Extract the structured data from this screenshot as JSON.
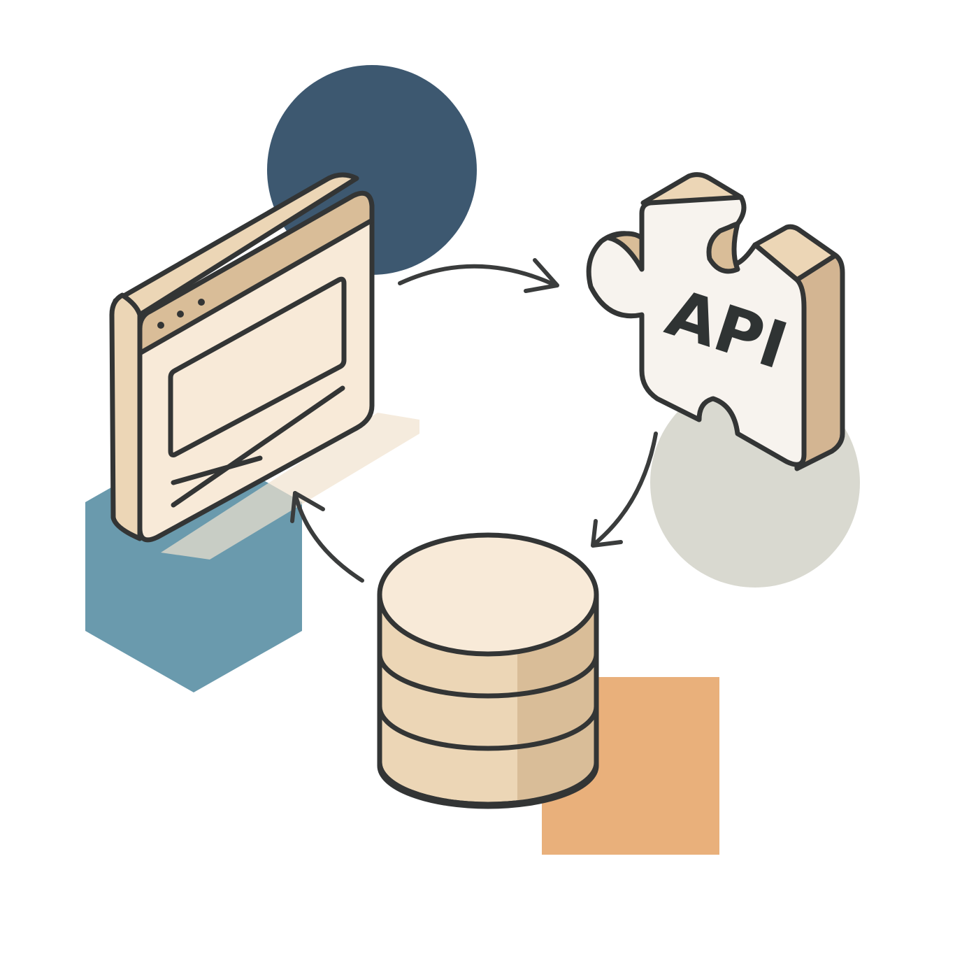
{
  "diagram": {
    "nodes": [
      {
        "id": "web-app",
        "icon": "browser-window-icon"
      },
      {
        "id": "api",
        "icon": "puzzle-piece-icon",
        "label": "API"
      },
      {
        "id": "database",
        "icon": "database-icon"
      }
    ],
    "edges": [
      {
        "from": "web-app",
        "to": "api"
      },
      {
        "from": "api",
        "to": "database"
      },
      {
        "from": "database",
        "to": "web-app"
      }
    ]
  },
  "colors": {
    "navy": "#3d5870",
    "teal": "#6a9aad",
    "gray": "#d9d9d0",
    "orange": "#e9b07b",
    "beige_light": "#f8ead8",
    "beige": "#ecd6b6",
    "beige_dark": "#d3b592",
    "outline": "#333535"
  }
}
